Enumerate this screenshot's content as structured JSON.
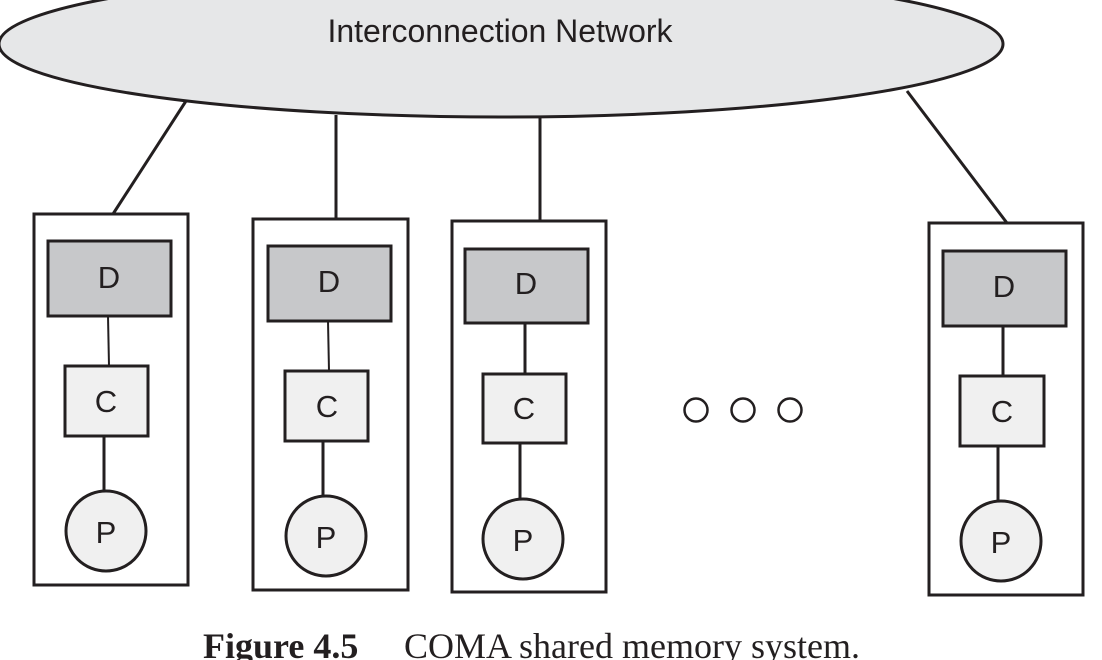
{
  "diagram": {
    "network_label": "Interconnection Network",
    "nodes": [
      {
        "directory": "D",
        "cache": "C",
        "processor": "P"
      },
      {
        "directory": "D",
        "cache": "C",
        "processor": "P"
      },
      {
        "directory": "D",
        "cache": "C",
        "processor": "P"
      },
      {
        "directory": "D",
        "cache": "C",
        "processor": "P"
      }
    ],
    "ellipsis": "○ ○ ○",
    "colors": {
      "stroke": "#231f20",
      "network_fill": "#e6e7e8",
      "directory_fill": "#c7c8ca",
      "cache_fill": "#f0f0f0",
      "processor_fill": "#f0f0f0",
      "background": "#ffffff"
    }
  },
  "caption": {
    "figure_number": "Figure 4.5",
    "text": "COMA shared memory system."
  }
}
